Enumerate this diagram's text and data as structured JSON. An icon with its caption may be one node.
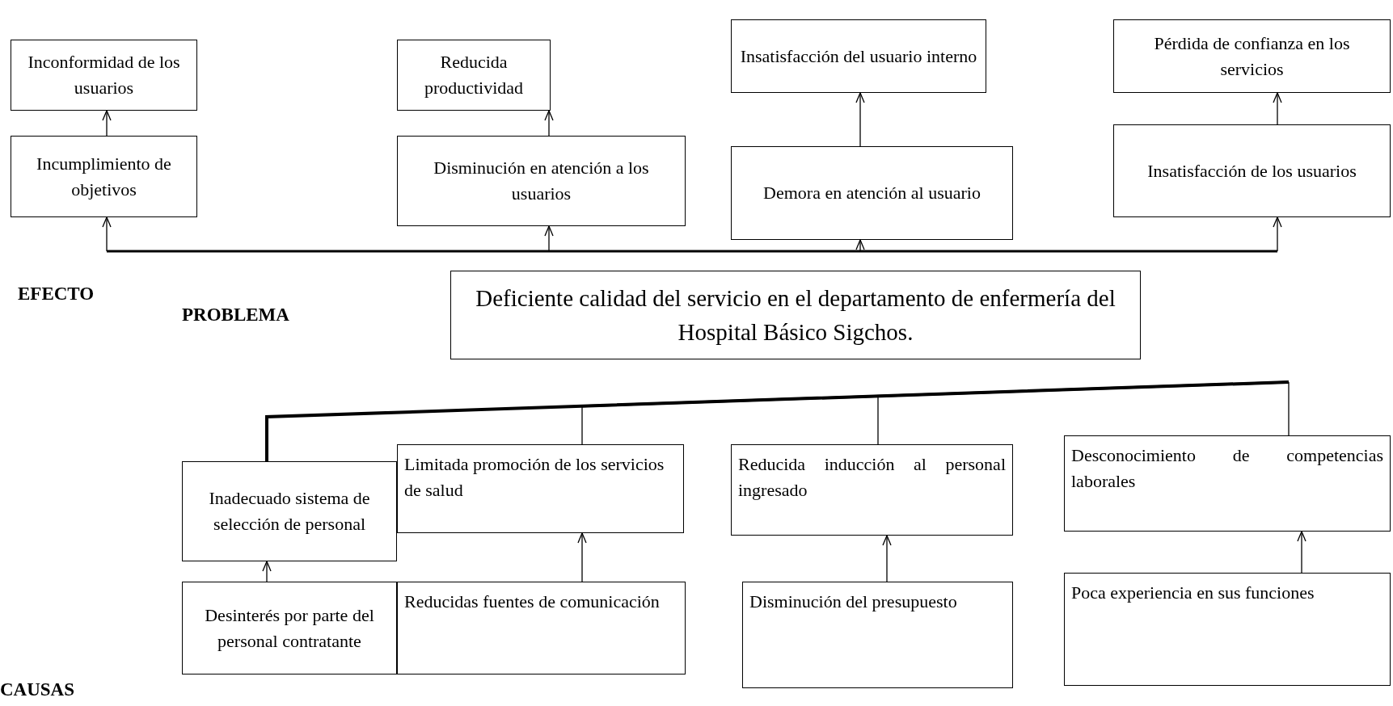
{
  "diagram": {
    "nodes": [
      {
        "text": [
          "Inconformidad de los usuarios"
        ]
      },
      {
        "text": [
          "Reducida productividad"
        ]
      },
      {
        "text": [
          "Insatisfacción del usuario interno"
        ]
      },
      {
        "text": [
          "Pérdida de confianza en los servicios"
        ]
      },
      {
        "text": [
          "Incumplimiento de objetivos"
        ]
      },
      {
        "text": [
          "Disminución en atención a los usuarios"
        ]
      },
      {
        "text": [
          "Demora en atención al usuario"
        ]
      },
      {
        "text": [
          "Insatisfacción de los usuarios"
        ]
      },
      {
        "text": [
          "Deficiente calidad del servicio en el departamento de enfermería del Hospital Básico Sigchos."
        ]
      },
      {
        "text": [
          "Inadecuado sistema de selección de personal"
        ]
      },
      {
        "text": [
          "Limitada promoción de los servicios de salud"
        ]
      },
      {
        "text": [
          "Reducida inducción al personal ingresado"
        ]
      },
      {
        "text": [
          "Desconocimiento de competencias laborales"
        ]
      },
      {
        "text": [
          "Desinterés por parte del personal contratante"
        ]
      },
      {
        "text": [
          "Reducidas fuentes de comunicación"
        ]
      },
      {
        "text": [
          "Disminución del presupuesto"
        ]
      },
      {
        "text": [
          "Poca experiencia en sus funciones"
        ]
      }
    ],
    "edges": [
      {
        "from": 4,
        "to": 0,
        "arrow": "to"
      },
      {
        "from": 5,
        "to": 1,
        "arrow": "to"
      },
      {
        "from": 6,
        "to": 2,
        "arrow": "to"
      },
      {
        "from": 7,
        "to": 3,
        "arrow": "to"
      },
      {
        "from": null,
        "to": 4,
        "arrow": "to"
      },
      {
        "from": null,
        "to": 5,
        "arrow": "to"
      },
      {
        "from": null,
        "to": 6,
        "arrow": "to"
      },
      {
        "from": null,
        "to": 7,
        "arrow": "to"
      },
      {
        "from": null,
        "to": 9,
        "arrow": "none",
        "style": "thick"
      },
      {
        "from": null,
        "to": 10,
        "arrow": "none"
      },
      {
        "from": null,
        "to": 11,
        "arrow": "none"
      },
      {
        "from": null,
        "to": 12,
        "arrow": "none"
      },
      {
        "from": 13,
        "to": 9,
        "arrow": "to"
      },
      {
        "from": 14,
        "to": 10,
        "arrow": "to"
      },
      {
        "from": 15,
        "to": 11,
        "arrow": "to"
      },
      {
        "from": 16,
        "to": 12,
        "arrow": "to"
      }
    ],
    "labels": [
      "EFECTO",
      "PROBLEMA",
      "CAUSAS"
    ]
  }
}
